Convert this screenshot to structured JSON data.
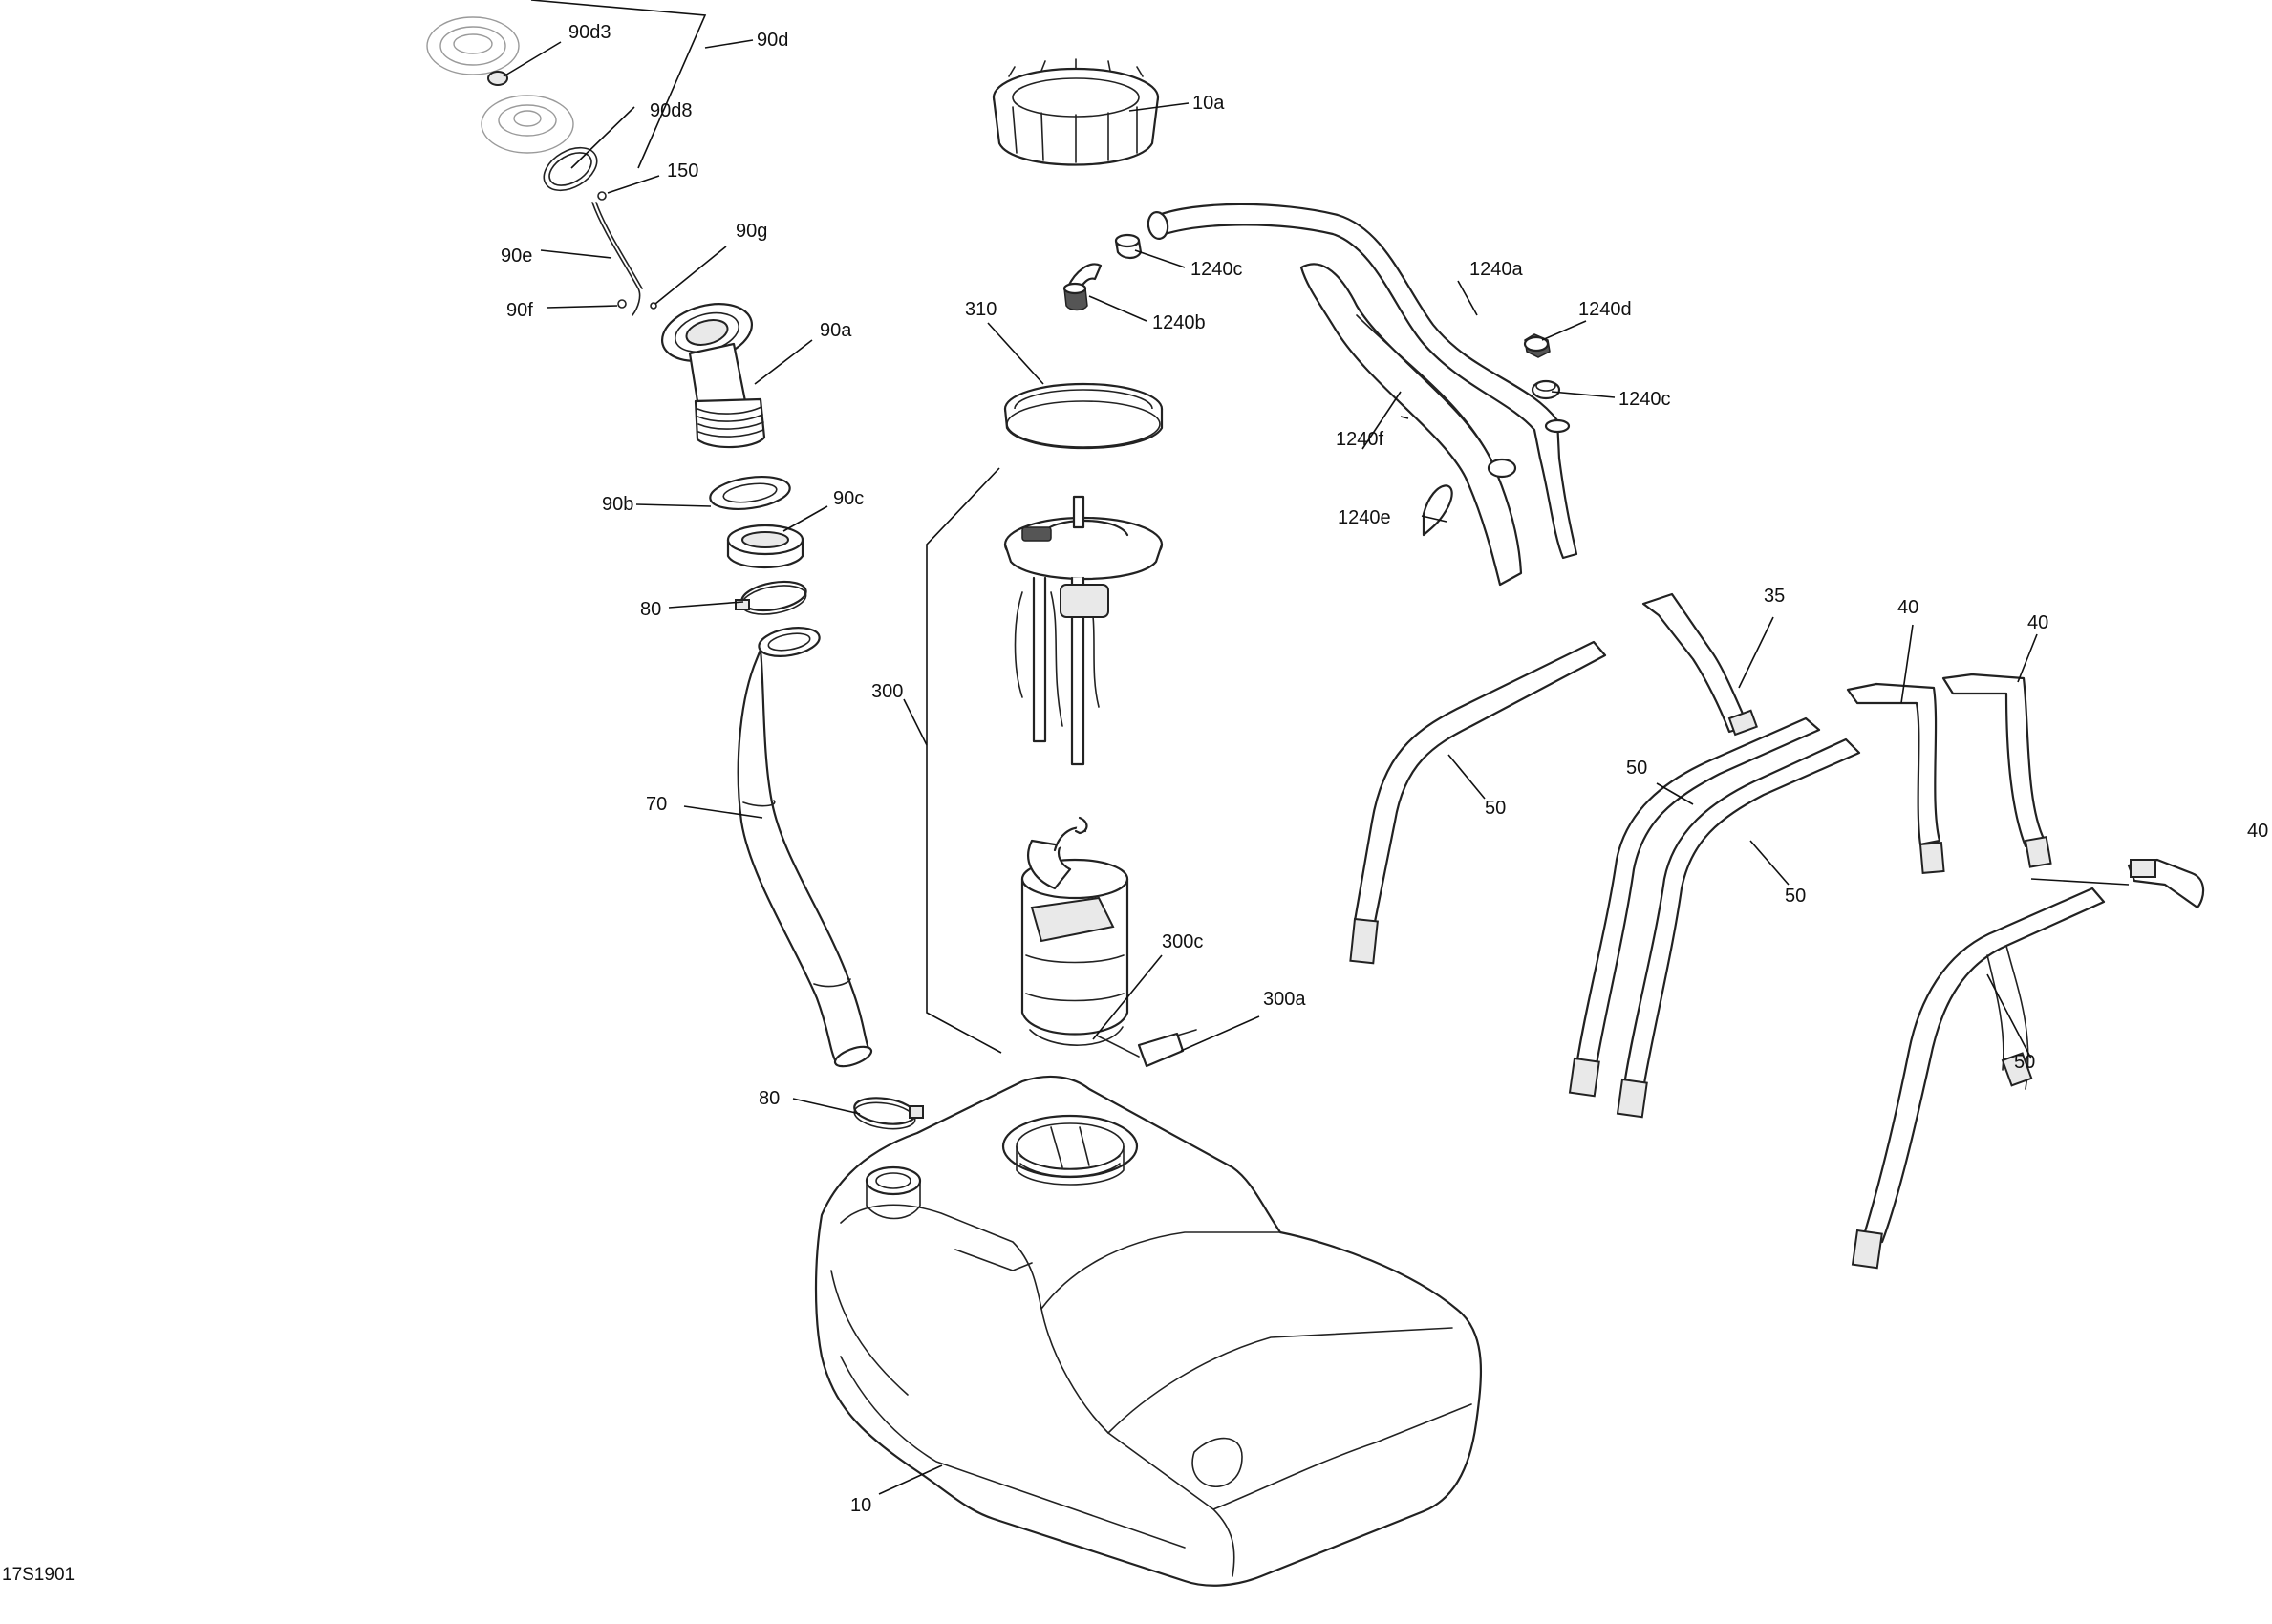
{
  "diagram": {
    "code": "17S1901",
    "labels": {
      "p90d3": "90d3",
      "p90d": "90d",
      "p90d8": "90d8",
      "p150": "150",
      "p90e": "90e",
      "p90g": "90g",
      "p90f": "90f",
      "p90a": "90a",
      "p90b": "90b",
      "p90c": "90c",
      "p80a": "80",
      "p70": "70",
      "p80b": "80",
      "p10": "10",
      "p10a": "10a",
      "p1240c_top": "1240c",
      "p1240b": "1240b",
      "p310": "310",
      "p300": "300",
      "p300c": "300c",
      "p300a": "300a",
      "p1240a": "1240a",
      "p1240d": "1240d",
      "p1240c_mid": "1240c",
      "p1240f": "1240f",
      "p1240e": "1240e",
      "p35": "35",
      "p40a": "40",
      "p40b": "40",
      "p40c": "40",
      "p50a": "50",
      "p50b": "50",
      "p50c": "50",
      "p50d": "50"
    }
  }
}
